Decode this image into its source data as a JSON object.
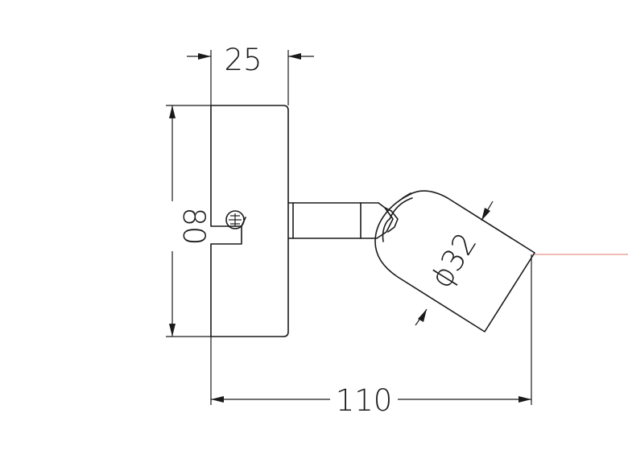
{
  "dimensions": {
    "top_width": "25",
    "height": "80",
    "overall_length": "110",
    "diameter": "ϕ32"
  },
  "colors": {
    "line": "#1a1a1a",
    "reference_line": "#e07a6a",
    "background": "#ffffff"
  }
}
